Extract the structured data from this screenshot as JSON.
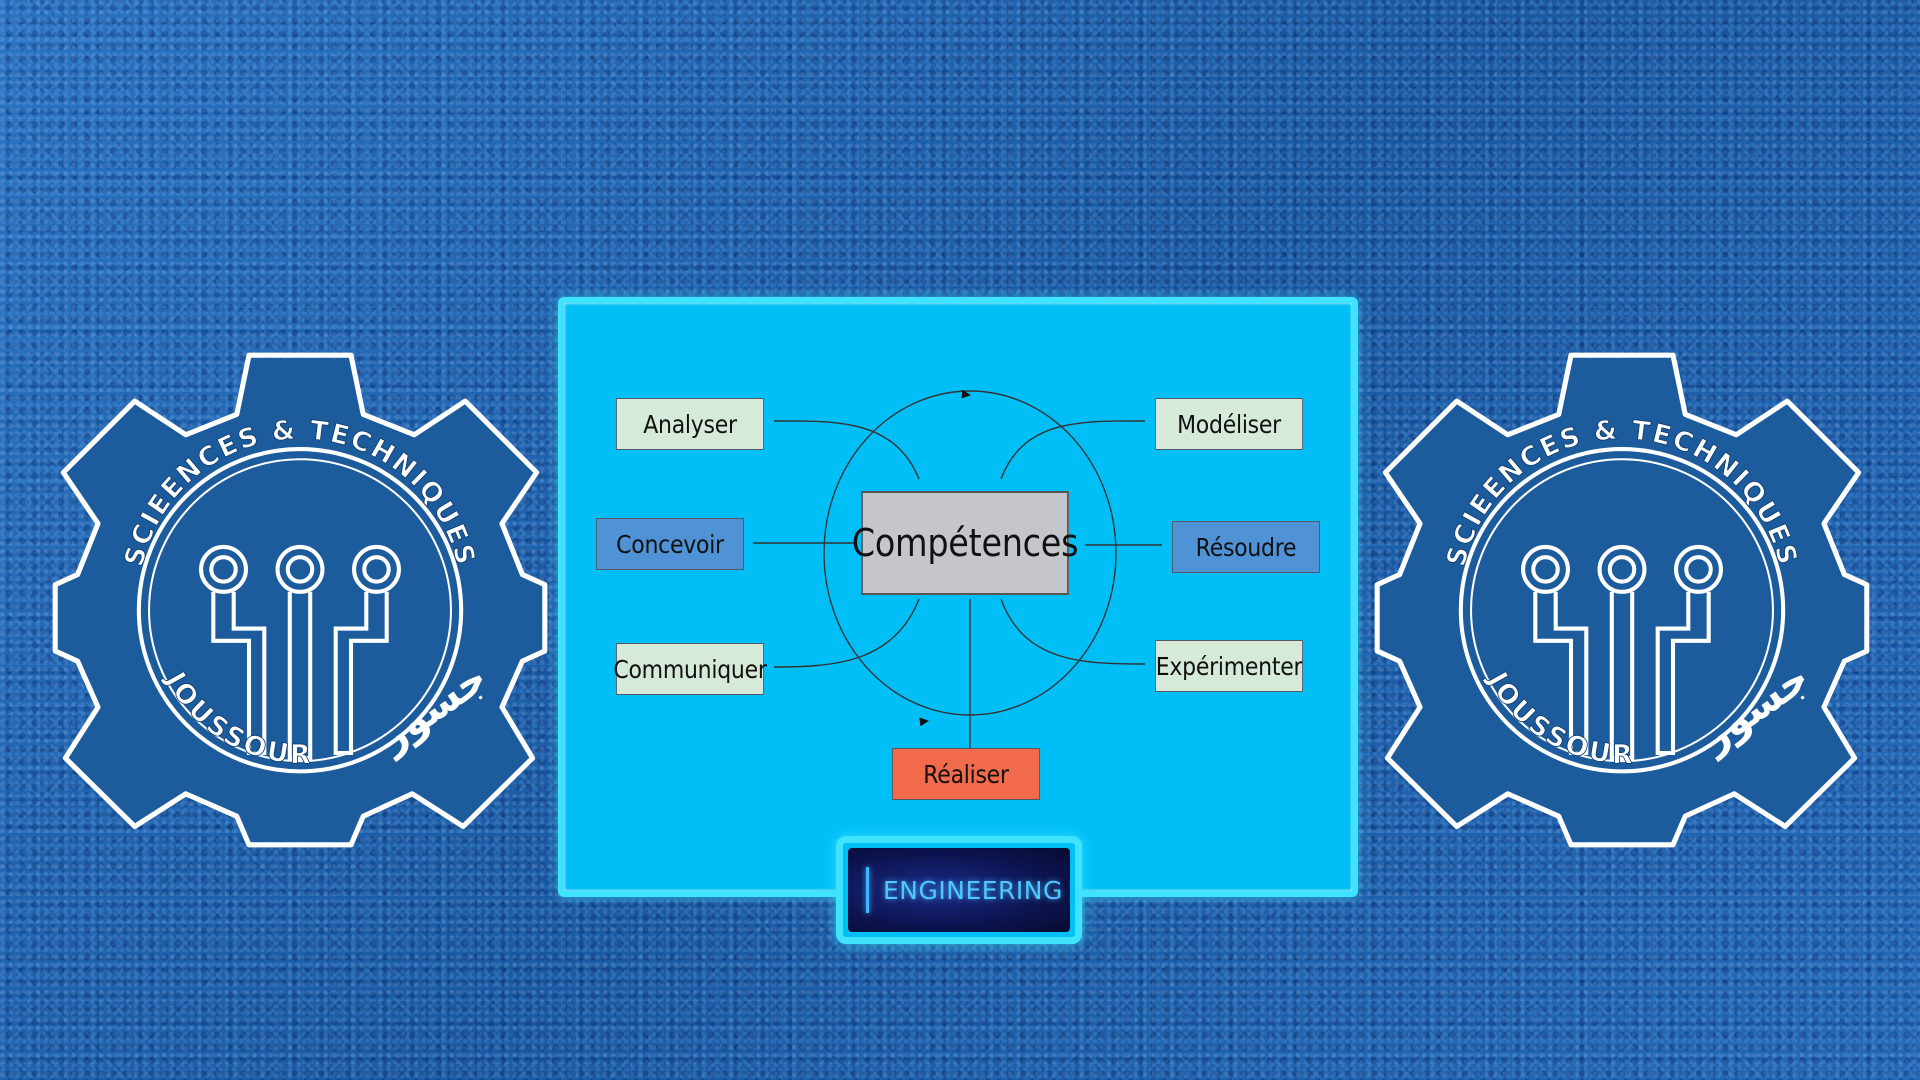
{
  "logo": {
    "arc_top": "SCIEENCES & TECHNIQUES",
    "arc_bottom": "JOUSSOUR",
    "arabic": "جسور",
    "fill": "#1d5c9c",
    "outline": "#ffffff"
  },
  "diagram": {
    "center": {
      "label": "Compétences",
      "color": "#c4c6cc"
    },
    "nodes": [
      {
        "id": "analyser",
        "label": "Analyser",
        "color": "#d6ead9"
      },
      {
        "id": "modeliser",
        "label": "Modéliser",
        "color": "#d6ead9"
      },
      {
        "id": "concevoir",
        "label": "Concevoir",
        "color": "#4f93d6"
      },
      {
        "id": "resoudre",
        "label": "Résoudre",
        "color": "#4f93d6"
      },
      {
        "id": "communiquer",
        "label": "Communiquer",
        "color": "#d6ead9"
      },
      {
        "id": "experimenter",
        "label": "Expérimenter",
        "color": "#d6ead9"
      },
      {
        "id": "realiser",
        "label": "Réaliser",
        "color": "#f06a4b"
      }
    ]
  },
  "badge": {
    "label": "ENGINEERING"
  },
  "colors": {
    "panel": "#00bff6",
    "panel_border": "#3fe3ff",
    "background": "#1f63ad"
  }
}
